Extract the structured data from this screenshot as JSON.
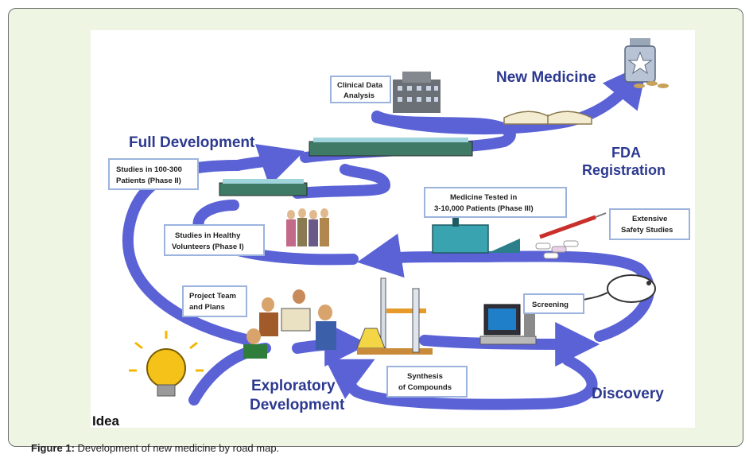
{
  "figure": {
    "caption_label": "Figure 1:",
    "caption_text": "Development of new medicine by road map."
  },
  "stages": {
    "new_medicine": "New Medicine",
    "full_development": "Full Development",
    "fda_line1": "FDA",
    "fda_line2": "Registration",
    "exploratory_line1": "Exploratory",
    "exploratory_line2": "Development",
    "discovery": "Discovery",
    "idea": "Idea"
  },
  "boxes": {
    "clinical_data": [
      "Clinical Data",
      "Analysis"
    ],
    "phase2": [
      "Studies in 100-300",
      "Patients (Phase II)"
    ],
    "phase1": [
      "Studies in Healthy",
      "Volunteers (Phase I)"
    ],
    "phase3": [
      "Medicine Tested in",
      "3-10,000 Patients (Phase III)"
    ],
    "safety": [
      "Extensive",
      "Safety Studies"
    ],
    "project_team": [
      "Project Team",
      "and Plans"
    ],
    "screening": [
      "Screening"
    ],
    "synthesis": [
      "Synthesis",
      "of Compounds"
    ]
  },
  "colors": {
    "road": "#5a62d6",
    "road_dark": "#3a41a8",
    "stage_text": "#2c3990",
    "frame_bg": "#eef5e3"
  }
}
